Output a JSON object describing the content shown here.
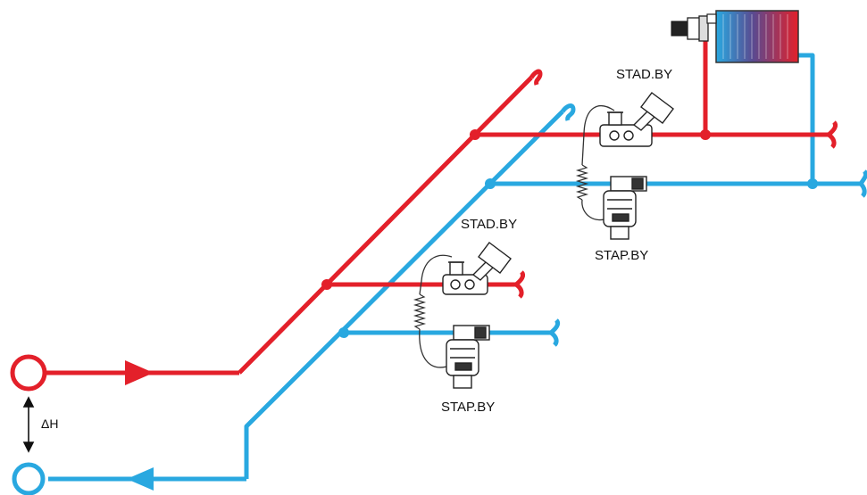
{
  "labels": {
    "stad_upper": "STAD.BY",
    "stap_upper": "STAP.BY",
    "stad_lower": "STAD.BY",
    "stap_lower": "STAP.BY",
    "delta_h": "ΔH"
  },
  "colors": {
    "supply": "#e3202a",
    "return": "#29a8e0",
    "valve_body": "#ffffff",
    "valve_outline": "#222222",
    "capillary": "#333333"
  },
  "icons": [
    "radiator-icon",
    "thermostatic-head-icon",
    "balancing-valve-icon",
    "differential-pressure-valve-icon",
    "flow-arrow-icon"
  ]
}
